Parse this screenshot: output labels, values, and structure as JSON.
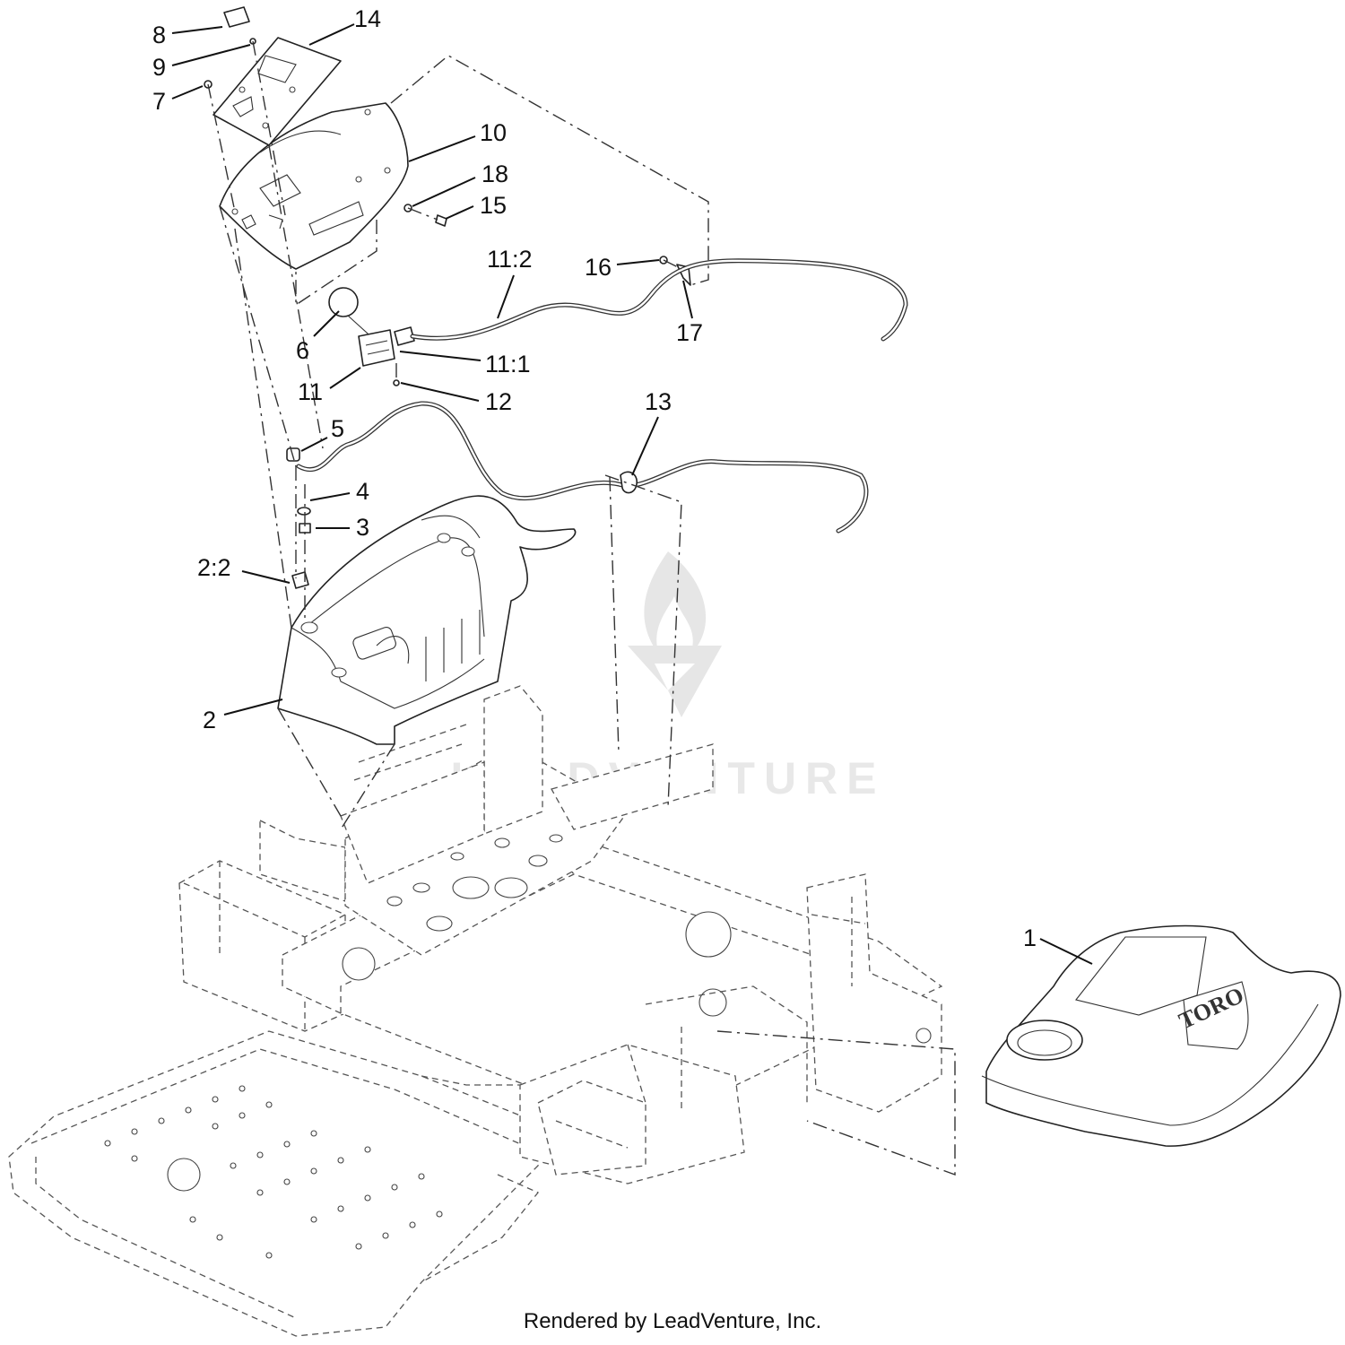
{
  "callouts": {
    "c1": "1",
    "c2": "2",
    "c2_2": "2:2",
    "c3": "3",
    "c4": "4",
    "c5": "5",
    "c6": "6",
    "c7": "7",
    "c8": "8",
    "c9": "9",
    "c10": "10",
    "c11": "11",
    "c11_1": "11:1",
    "c11_2": "11:2",
    "c12": "12",
    "c13": "13",
    "c14": "14",
    "c15": "15",
    "c16": "16",
    "c17": "17",
    "c18": "18"
  },
  "logo": "TORO",
  "watermark": "LEADVENTURE",
  "footer": "Rendered by LeadVenture, Inc."
}
